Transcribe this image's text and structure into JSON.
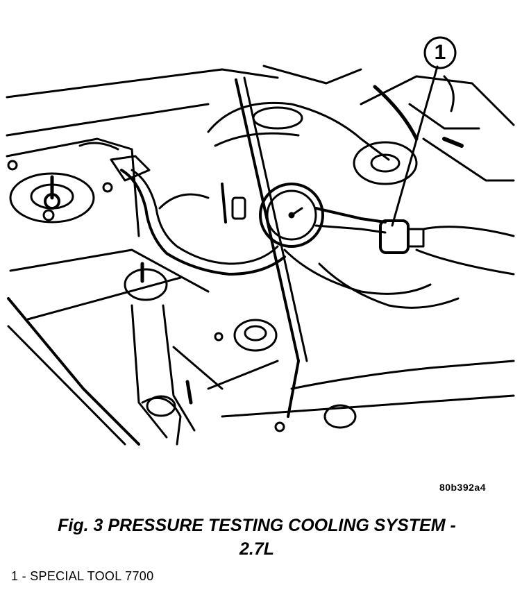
{
  "callout": {
    "number": "1"
  },
  "image_code": "80b392a4",
  "caption": {
    "line1": "Fig. 3 PRESSURE TESTING COOLING SYSTEM -",
    "line2": "2.7L"
  },
  "legend": [
    {
      "text": "1 - SPECIAL TOOL 7700"
    }
  ]
}
